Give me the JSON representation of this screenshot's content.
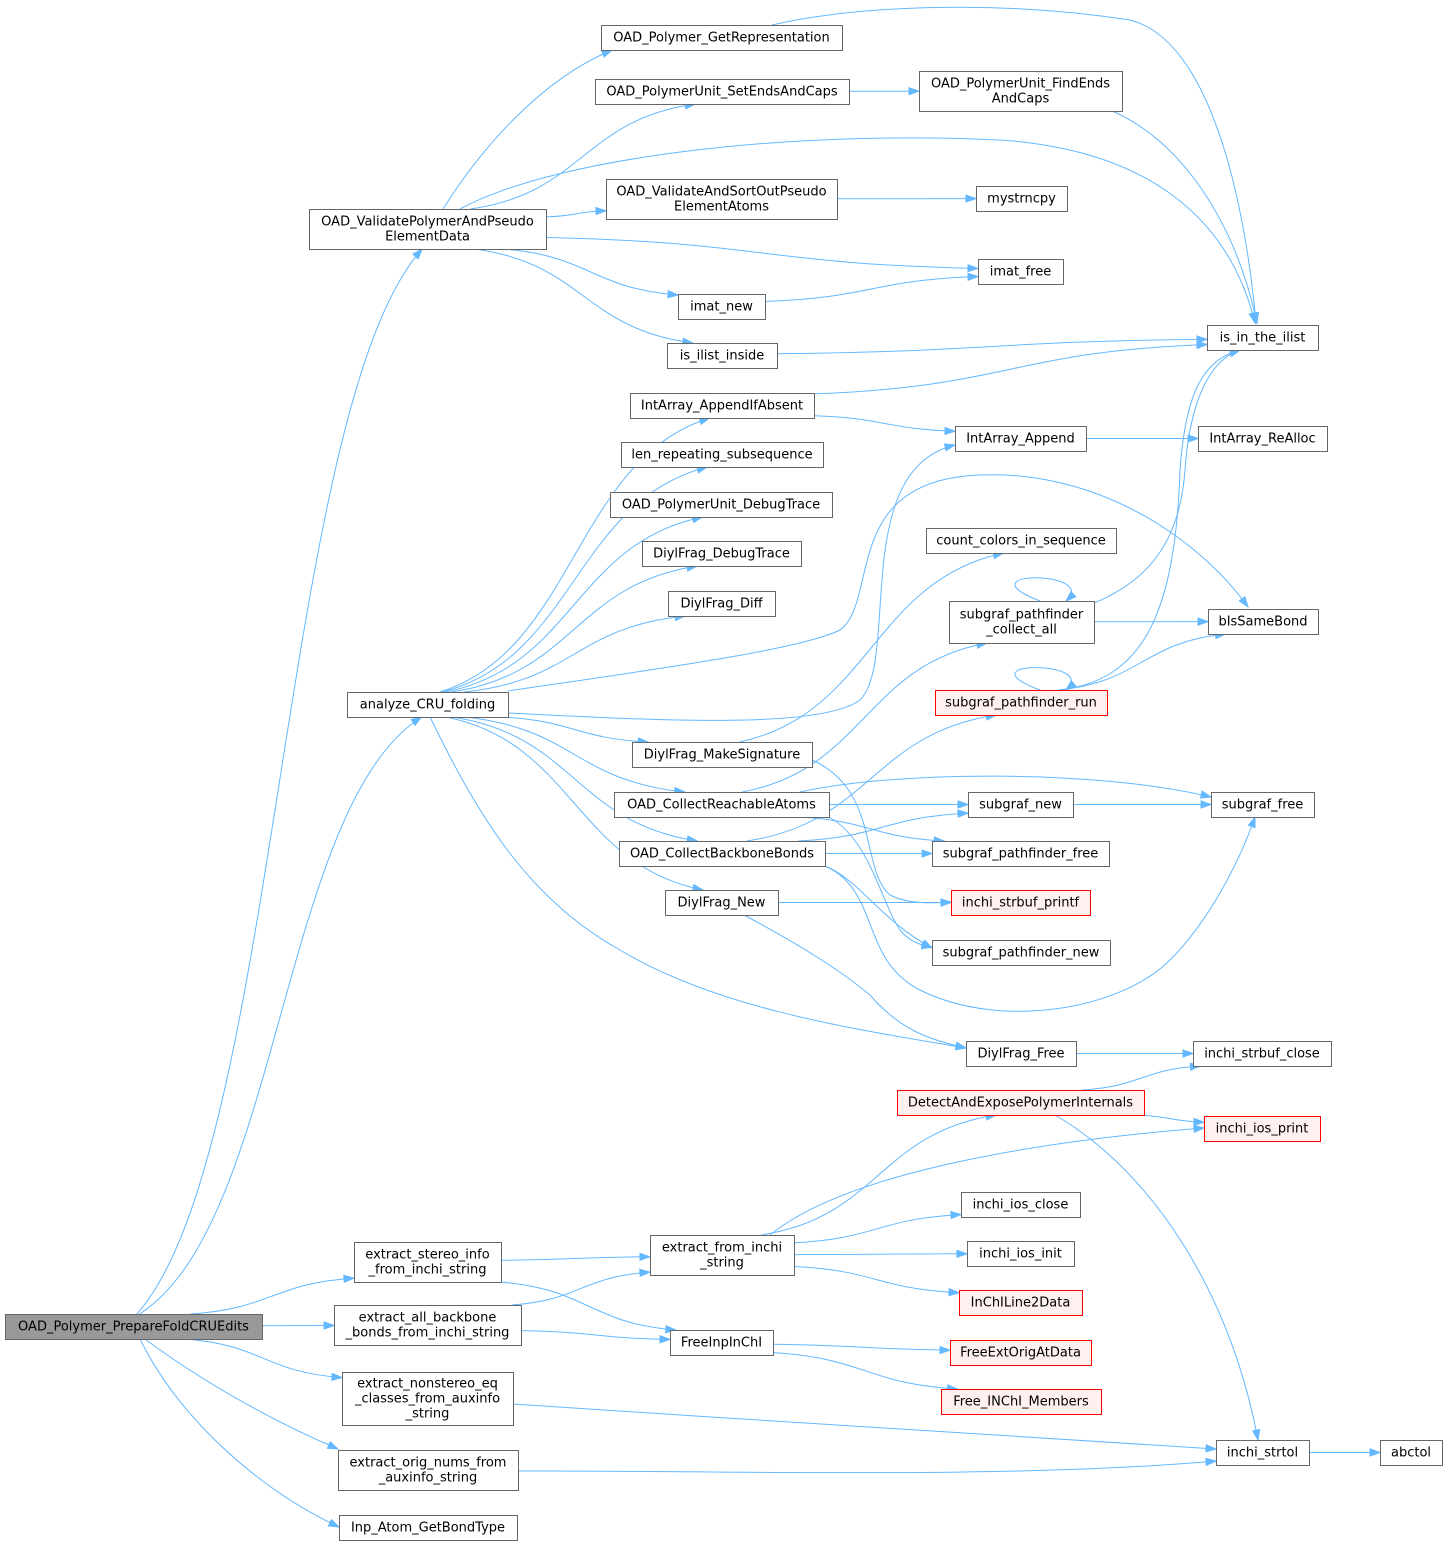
{
  "colors": {
    "edge": "#63b8ff",
    "node_border": "#666666",
    "node_fill": "#ffffff",
    "root_fill": "#999999",
    "root_border": "#666666",
    "undocumented_border": "#ff0000",
    "undocumented_fill": "#fff0f0"
  },
  "nodes": [
    {
      "id": "root",
      "lines": [
        "OAD_Polymer_PrepareFoldCRUEdits"
      ],
      "style": "root"
    },
    {
      "id": "validate",
      "lines": [
        "OAD_ValidatePolymerAndPseudo",
        "ElementData"
      ],
      "style": "normal"
    },
    {
      "id": "analyze",
      "lines": [
        "analyze_CRU_folding"
      ],
      "style": "normal"
    },
    {
      "id": "ext_stereo",
      "lines": [
        "extract_stereo_info",
        "_from_inchi_string"
      ],
      "style": "normal"
    },
    {
      "id": "ext_backbone",
      "lines": [
        "extract_all_backbone",
        "_bonds_from_inchi_string"
      ],
      "style": "normal"
    },
    {
      "id": "ext_nonstereo",
      "lines": [
        "extract_nonstereo_eq",
        "_classes_from_auxinfo",
        "_string"
      ],
      "style": "normal"
    },
    {
      "id": "ext_orig",
      "lines": [
        "extract_orig_nums_from",
        "_auxinfo_string"
      ],
      "style": "normal"
    },
    {
      "id": "inp_bond",
      "lines": [
        "Inp_Atom_GetBondType"
      ],
      "style": "normal"
    },
    {
      "id": "getrep",
      "lines": [
        "OAD_Polymer_GetRepresentation"
      ],
      "style": "normal"
    },
    {
      "id": "setends",
      "lines": [
        "OAD_PolymerUnit_SetEndsAndCaps"
      ],
      "style": "normal"
    },
    {
      "id": "sortpseudo",
      "lines": [
        "OAD_ValidateAndSortOutPseudo",
        "ElementAtoms"
      ],
      "style": "normal"
    },
    {
      "id": "imat_new",
      "lines": [
        "imat_new"
      ],
      "style": "normal"
    },
    {
      "id": "is_ilist_inside",
      "lines": [
        "is_ilist_inside"
      ],
      "style": "normal"
    },
    {
      "id": "appendifabsent",
      "lines": [
        "IntArray_AppendIfAbsent"
      ],
      "style": "normal"
    },
    {
      "id": "lenrep",
      "lines": [
        "len_repeating_subsequence"
      ],
      "style": "normal"
    },
    {
      "id": "pu_debug",
      "lines": [
        "OAD_PolymerUnit_DebugTrace"
      ],
      "style": "normal"
    },
    {
      "id": "df_debug",
      "lines": [
        "DiylFrag_DebugTrace"
      ],
      "style": "normal"
    },
    {
      "id": "df_diff",
      "lines": [
        "DiylFrag_Diff"
      ],
      "style": "normal"
    },
    {
      "id": "df_sig",
      "lines": [
        "DiylFrag_MakeSignature"
      ],
      "style": "normal"
    },
    {
      "id": "reach",
      "lines": [
        "OAD_CollectReachableAtoms"
      ],
      "style": "normal"
    },
    {
      "id": "backbone",
      "lines": [
        "OAD_CollectBackboneBonds"
      ],
      "style": "normal"
    },
    {
      "id": "df_new",
      "lines": [
        "DiylFrag_New"
      ],
      "style": "normal"
    },
    {
      "id": "ext_inchi",
      "lines": [
        "extract_from_inchi",
        "_string"
      ],
      "style": "normal"
    },
    {
      "id": "freeinp",
      "lines": [
        "FreeInpInChI"
      ],
      "style": "normal"
    },
    {
      "id": "findends",
      "lines": [
        "OAD_PolymerUnit_FindEnds",
        "AndCaps"
      ],
      "style": "normal"
    },
    {
      "id": "mystrncpy",
      "lines": [
        "mystrncpy"
      ],
      "style": "normal"
    },
    {
      "id": "imat_free",
      "lines": [
        "imat_free"
      ],
      "style": "normal"
    },
    {
      "id": "ia_append",
      "lines": [
        "IntArray_Append"
      ],
      "style": "normal"
    },
    {
      "id": "countcolors",
      "lines": [
        "count_colors_in_sequence"
      ],
      "style": "normal"
    },
    {
      "id": "pf_collect",
      "lines": [
        "subgraf_pathfinder",
        "_collect_all"
      ],
      "style": "normal"
    },
    {
      "id": "pf_run",
      "lines": [
        "subgraf_pathfinder_run"
      ],
      "style": "red"
    },
    {
      "id": "sg_new",
      "lines": [
        "subgraf_new"
      ],
      "style": "normal"
    },
    {
      "id": "pf_free",
      "lines": [
        "subgraf_pathfinder_free"
      ],
      "style": "normal"
    },
    {
      "id": "sb_printf",
      "lines": [
        "inchi_strbuf_printf"
      ],
      "style": "red"
    },
    {
      "id": "pf_new",
      "lines": [
        "subgraf_pathfinder_new"
      ],
      "style": "normal"
    },
    {
      "id": "df_free",
      "lines": [
        "DiylFrag_Free"
      ],
      "style": "normal"
    },
    {
      "id": "detect",
      "lines": [
        "DetectAndExposePolymerInternals"
      ],
      "style": "red"
    },
    {
      "id": "ios_close",
      "lines": [
        "inchi_ios_close"
      ],
      "style": "normal"
    },
    {
      "id": "ios_init",
      "lines": [
        "inchi_ios_init"
      ],
      "style": "normal"
    },
    {
      "id": "line2data",
      "lines": [
        "InChILine2Data"
      ],
      "style": "red"
    },
    {
      "id": "freeext",
      "lines": [
        "FreeExtOrigAtData"
      ],
      "style": "red"
    },
    {
      "id": "freemembers",
      "lines": [
        "Free_INChI_Members"
      ],
      "style": "red"
    },
    {
      "id": "in_ilist",
      "lines": [
        "is_in_the_ilist"
      ],
      "style": "normal"
    },
    {
      "id": "realloc",
      "lines": [
        "IntArray_ReAlloc"
      ],
      "style": "normal"
    },
    {
      "id": "samebond",
      "lines": [
        "bIsSameBond"
      ],
      "style": "normal"
    },
    {
      "id": "sg_free",
      "lines": [
        "subgraf_free"
      ],
      "style": "normal"
    },
    {
      "id": "sb_close",
      "lines": [
        "inchi_strbuf_close"
      ],
      "style": "normal"
    },
    {
      "id": "ios_print",
      "lines": [
        "inchi_ios_print"
      ],
      "style": "red"
    },
    {
      "id": "strtol",
      "lines": [
        "inchi_strtol"
      ],
      "style": "normal"
    },
    {
      "id": "abctol",
      "lines": [
        "abctol"
      ],
      "style": "normal"
    }
  ],
  "edges": [
    {
      "from": "root",
      "to": "validate"
    },
    {
      "from": "root",
      "to": "analyze"
    },
    {
      "from": "root",
      "to": "ext_stereo"
    },
    {
      "from": "root",
      "to": "ext_backbone"
    },
    {
      "from": "root",
      "to": "ext_nonstereo"
    },
    {
      "from": "root",
      "to": "ext_orig"
    },
    {
      "from": "root",
      "to": "inp_bond"
    },
    {
      "from": "validate",
      "to": "getrep"
    },
    {
      "from": "validate",
      "to": "setends"
    },
    {
      "from": "validate",
      "to": "in_ilist"
    },
    {
      "from": "validate",
      "to": "sortpseudo"
    },
    {
      "from": "validate",
      "to": "imat_free"
    },
    {
      "from": "validate",
      "to": "imat_new"
    },
    {
      "from": "validate",
      "to": "is_ilist_inside"
    },
    {
      "from": "getrep",
      "to": "in_ilist"
    },
    {
      "from": "setends",
      "to": "findends"
    },
    {
      "from": "findends",
      "to": "in_ilist"
    },
    {
      "from": "sortpseudo",
      "to": "mystrncpy"
    },
    {
      "from": "imat_new",
      "to": "imat_free"
    },
    {
      "from": "is_ilist_inside",
      "to": "in_ilist"
    },
    {
      "from": "analyze",
      "to": "appendifabsent"
    },
    {
      "from": "analyze",
      "to": "lenrep"
    },
    {
      "from": "analyze",
      "to": "pu_debug"
    },
    {
      "from": "analyze",
      "to": "df_debug"
    },
    {
      "from": "analyze",
      "to": "df_diff"
    },
    {
      "from": "analyze",
      "to": "samebond"
    },
    {
      "from": "analyze",
      "to": "ia_append"
    },
    {
      "from": "analyze",
      "to": "df_sig"
    },
    {
      "from": "analyze",
      "to": "reach"
    },
    {
      "from": "analyze",
      "to": "backbone"
    },
    {
      "from": "analyze",
      "to": "df_new"
    },
    {
      "from": "analyze",
      "to": "df_free"
    },
    {
      "from": "appendifabsent",
      "to": "in_ilist"
    },
    {
      "from": "appendifabsent",
      "to": "ia_append"
    },
    {
      "from": "ia_append",
      "to": "realloc"
    },
    {
      "from": "df_sig",
      "to": "countcolors"
    },
    {
      "from": "df_sig",
      "to": "sb_printf"
    },
    {
      "from": "reach",
      "to": "pf_collect"
    },
    {
      "from": "reach",
      "to": "sg_new"
    },
    {
      "from": "reach",
      "to": "pf_free"
    },
    {
      "from": "reach",
      "to": "pf_new"
    },
    {
      "from": "reach",
      "to": "sg_free"
    },
    {
      "from": "backbone",
      "to": "pf_run"
    },
    {
      "from": "backbone",
      "to": "sg_new"
    },
    {
      "from": "backbone",
      "to": "pf_free"
    },
    {
      "from": "backbone",
      "to": "pf_new"
    },
    {
      "from": "backbone",
      "to": "sg_free"
    },
    {
      "from": "df_new",
      "to": "sb_printf"
    },
    {
      "from": "df_new",
      "to": "df_free"
    },
    {
      "from": "pf_collect",
      "to": "pf_collect"
    },
    {
      "from": "pf_collect",
      "to": "samebond"
    },
    {
      "from": "pf_collect",
      "to": "in_ilist"
    },
    {
      "from": "pf_run",
      "to": "pf_run"
    },
    {
      "from": "pf_run",
      "to": "samebond"
    },
    {
      "from": "pf_run",
      "to": "in_ilist"
    },
    {
      "from": "sg_new",
      "to": "sg_free"
    },
    {
      "from": "df_free",
      "to": "sb_close"
    },
    {
      "from": "ext_stereo",
      "to": "ext_inchi"
    },
    {
      "from": "ext_stereo",
      "to": "freeinp"
    },
    {
      "from": "ext_backbone",
      "to": "ext_inchi"
    },
    {
      "from": "ext_backbone",
      "to": "freeinp"
    },
    {
      "from": "ext_nonstereo",
      "to": "strtol"
    },
    {
      "from": "ext_orig",
      "to": "strtol"
    },
    {
      "from": "ext_inchi",
      "to": "detect"
    },
    {
      "from": "ext_inchi",
      "to": "ios_print"
    },
    {
      "from": "ext_inchi",
      "to": "ios_close"
    },
    {
      "from": "ext_inchi",
      "to": "ios_init"
    },
    {
      "from": "ext_inchi",
      "to": "line2data"
    },
    {
      "from": "detect",
      "to": "sb_close"
    },
    {
      "from": "detect",
      "to": "ios_print"
    },
    {
      "from": "detect",
      "to": "strtol"
    },
    {
      "from": "freeinp",
      "to": "freeext"
    },
    {
      "from": "freeinp",
      "to": "freemembers"
    },
    {
      "from": "strtol",
      "to": "abctol"
    }
  ]
}
